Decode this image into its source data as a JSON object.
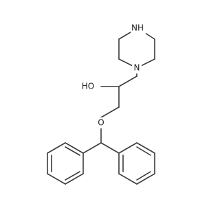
{
  "molecule": {
    "atoms": {
      "nh": "NH",
      "n": "N",
      "ho": "HO",
      "o": "O"
    }
  },
  "colors": {
    "bond": "#3a3a3a",
    "text": "#222222",
    "background": "#ffffff"
  }
}
